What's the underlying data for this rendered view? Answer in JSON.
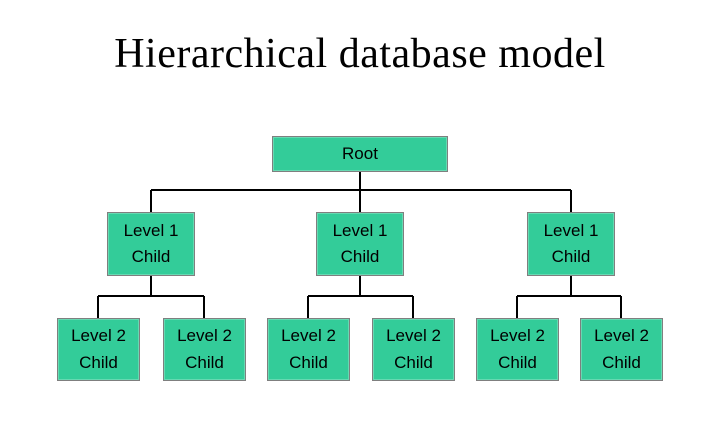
{
  "title": "Hierarchical database model",
  "colors": {
    "node_fill": "#33CC99",
    "node_border": "#7F7F7F",
    "line": "#000000",
    "background": "#FFFFFF"
  },
  "tree": {
    "root": {
      "label": "Root"
    },
    "level1": [
      {
        "label": "Level 1\nChild"
      },
      {
        "label": "Level 1\nChild"
      },
      {
        "label": "Level 1\nChild"
      }
    ],
    "level2": [
      {
        "label": "Level 2\nChild"
      },
      {
        "label": "Level 2\nChild"
      },
      {
        "label": "Level 2\nChild"
      },
      {
        "label": "Level 2\nChild"
      },
      {
        "label": "Level 2\nChild"
      },
      {
        "label": "Level 2\nChild"
      }
    ]
  }
}
